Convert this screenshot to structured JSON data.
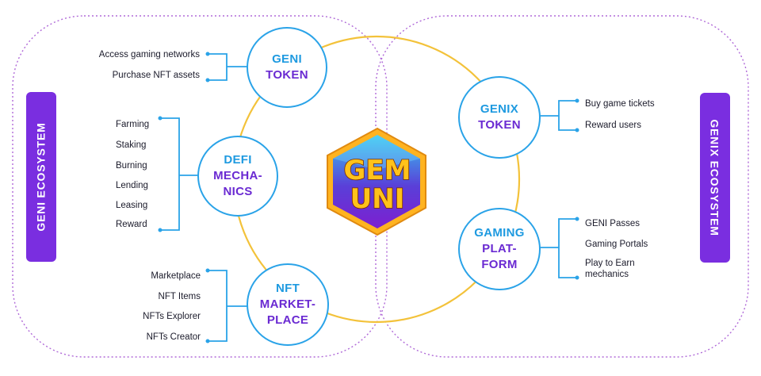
{
  "ecosystems": {
    "left_label": "GENI ECOSYSTEM",
    "right_label": "GENIX ECOSYSTEM"
  },
  "logo": {
    "line1": "GEM",
    "line2": "UNI"
  },
  "nodes": {
    "geni_token": {
      "line1": "GENI",
      "line2": "TOKEN",
      "items": [
        "Access gaming networks",
        "Purchase NFT assets"
      ]
    },
    "defi_mechanics": {
      "line1": "DEFI",
      "line2": "MECHA-",
      "line3": "NICS",
      "items": [
        "Farming",
        "Staking",
        "Burning",
        "Lending",
        "Leasing",
        "Reward"
      ]
    },
    "nft_marketplace": {
      "line1": "NFT",
      "line2": "MARKET-",
      "line3": "PLACE",
      "items": [
        "Marketplace",
        "NFT Items",
        "NFTs Explorer",
        "NFTs Creator"
      ]
    },
    "genix_token": {
      "line1": "GENIX",
      "line2": "TOKEN",
      "items": [
        "Buy game tickets",
        "Reward users"
      ]
    },
    "gaming_platform": {
      "line1": "GAMING",
      "line2": "PLAT-",
      "line3": "FORM",
      "items": [
        "GENI Passes",
        "Gaming Portals",
        "Play to Earn",
        "mechanics"
      ]
    }
  },
  "colors": {
    "accent_blue": "#1e9ae0",
    "accent_purple": "#6a2ad2",
    "ring": "#f3c23a",
    "badge": "#7a2ee0"
  }
}
